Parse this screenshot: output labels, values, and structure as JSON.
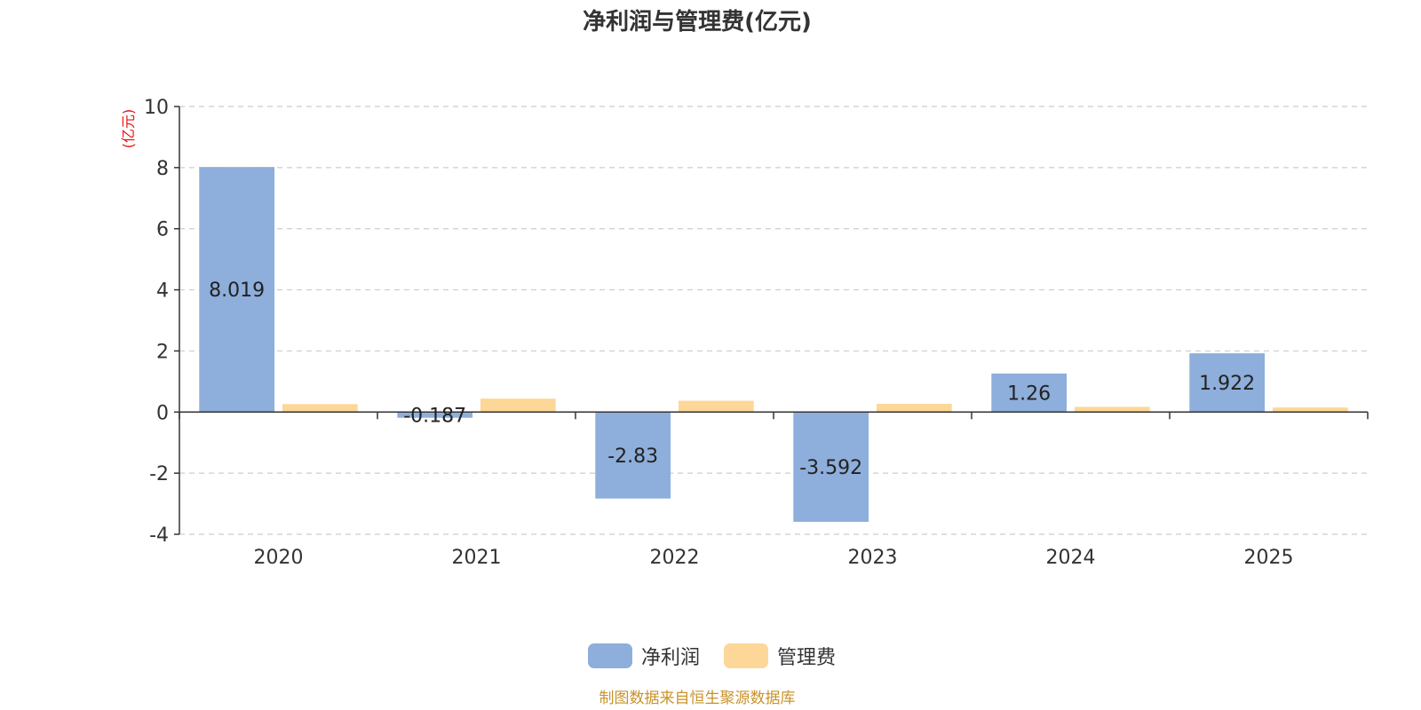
{
  "chart_data": {
    "type": "bar",
    "title": "净利润与管理费(亿元)",
    "ylabel": "(亿元)",
    "xlabel": "",
    "categories": [
      "2020",
      "2021",
      "2022",
      "2023",
      "2024",
      "2025"
    ],
    "series": [
      {
        "name": "净利润",
        "values": [
          8.019,
          -0.187,
          -2.83,
          -3.592,
          1.26,
          1.922
        ],
        "color": "#8eaedb",
        "labels": [
          "8.019",
          "-0.187",
          "-2.83",
          "-3.592",
          "1.26",
          "1.922"
        ]
      },
      {
        "name": "管理费",
        "values": [
          0.26,
          0.44,
          0.37,
          0.27,
          0.17,
          0.15
        ],
        "color": "#fdd797"
      }
    ],
    "ylim": [
      -4,
      10
    ],
    "yticks": [
      "-4",
      "-2",
      "0",
      "2",
      "4",
      "6",
      "8",
      "10"
    ],
    "grid": true,
    "legend_position": "bottom-center",
    "unit_color": "#e8110f"
  },
  "source_text": "制图数据来自恒生聚源数据库",
  "source_color": "#c9932a"
}
